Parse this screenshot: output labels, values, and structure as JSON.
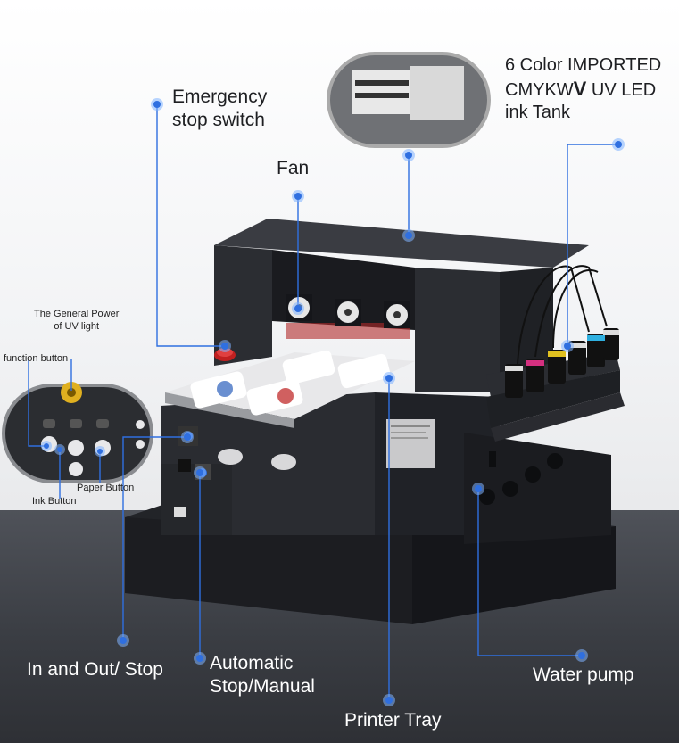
{
  "labels": {
    "emergency_line1": "Emergency",
    "emergency_line2": "stop switch",
    "fan": "Fan",
    "ink_line1": "6 Color IMPORTED",
    "ink_line2_a": "CMYKW",
    "ink_line2_b": "V",
    "ink_line2_c": " UV LED",
    "ink_line3": " ink Tank",
    "general_power_line1": "The General Power",
    "general_power_line2": "of UV light",
    "function_button": "function button",
    "paper_button": "Paper Button",
    "ink_button": "Ink Button",
    "in_and_out": "In and Out/ Stop",
    "automatic_line1": "Automatic",
    "automatic_line2": "Stop/Manual",
    "printer_tray": "Printer Tray",
    "water_pump": "Water pump"
  },
  "colors": {
    "callout": "#2f6fe0",
    "printer_body": "#2a2c30",
    "floor": "#3a3d43"
  }
}
